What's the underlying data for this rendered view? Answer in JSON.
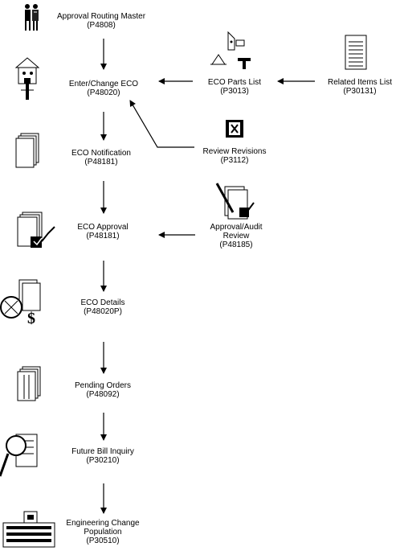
{
  "nodes": {
    "approval_routing_master": {
      "title": "Approval Routing Master",
      "code": "(P4808)"
    },
    "enter_change_eco": {
      "title": "Enter/Change ECO",
      "code": "(P48020)"
    },
    "eco_parts_list": {
      "title": "ECO Parts List",
      "code": "(P3013)"
    },
    "related_items_list": {
      "title": "Related Items List",
      "code": "(P30131)"
    },
    "eco_notification": {
      "title": "ECO Notification",
      "code": "(P48181)"
    },
    "review_revisions": {
      "title": "Review Revisions",
      "code": "(P3112)"
    },
    "eco_approval": {
      "title": "ECO Approval",
      "code": "(P48181)"
    },
    "approval_audit_review": {
      "title1": "Approval/Audit",
      "title2": "Review",
      "code": "(P48185)"
    },
    "eco_details": {
      "title": "ECO Details",
      "code": "(P48020P)"
    },
    "pending_orders": {
      "title": "Pending Orders",
      "code": "(P48092)"
    },
    "future_bill_inquiry": {
      "title": "Future Bill Inquiry",
      "code": "(P30210)"
    },
    "engineering_change_population": {
      "title1": "Engineering Change",
      "title2": "Population",
      "code": "(P30510)"
    }
  },
  "icons": {
    "approval_routing_master": "people-icon",
    "enter_change_eco": "birdhouse-icon",
    "eco_parts_list": "parts-icon",
    "related_items_list": "document-list-icon",
    "eco_notification": "document-stack-icon",
    "review_revisions": "review-x-icon",
    "eco_approval": "approval-check-icon",
    "approval_audit_review": "pencil-check-icon",
    "eco_details": "compass-dollar-icon",
    "pending_orders": "pending-docs-icon",
    "future_bill_inquiry": "magnifier-icon",
    "engineering_change_population": "factory-icon"
  }
}
